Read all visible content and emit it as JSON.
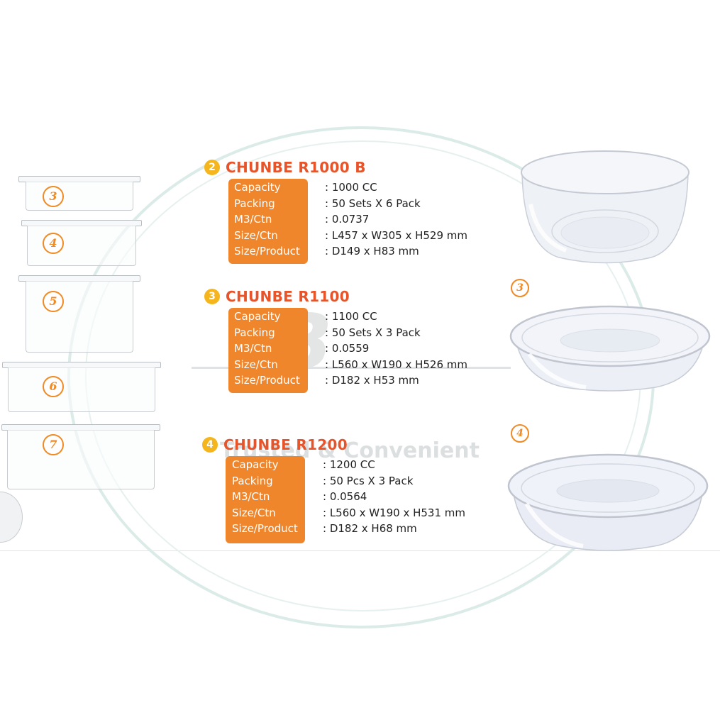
{
  "watermark": {
    "text": "Trusted & Convenient"
  },
  "accent_colors": {
    "orange": "#f0862c",
    "title_red": "#e8542a",
    "dot_yellow": "#f5b51d"
  },
  "left_badges": [
    "3",
    "4",
    "5",
    "6",
    "7"
  ],
  "right_badges": [
    "3",
    "4"
  ],
  "labels": [
    "Capacity",
    "Packing",
    "M3/Ctn",
    "Size/Ctn",
    "Size/Product"
  ],
  "products": [
    {
      "number": "2",
      "title": "CHUNBE R1000 B",
      "values": [
        ": 1000 CC",
        ": 50 Sets X 6 Pack",
        ": 0.0737",
        ": L457 x W305 x H529 mm",
        ": D149 x H83 mm"
      ]
    },
    {
      "number": "3",
      "title": "CHUNBE R1100",
      "values": [
        ": 1100 CC",
        ": 50 Sets X 3 Pack",
        ": 0.0559",
        ": L560 x W190 x H526 mm",
        ": D182 x H53 mm"
      ]
    },
    {
      "number": "4",
      "title": "CHUNBE R1200",
      "values": [
        ": 1200 CC",
        ": 50 Pcs X 3 Pack",
        ": 0.0564",
        ": L560 x W190 x H531 mm",
        ": D182 x H68 mm"
      ]
    }
  ]
}
